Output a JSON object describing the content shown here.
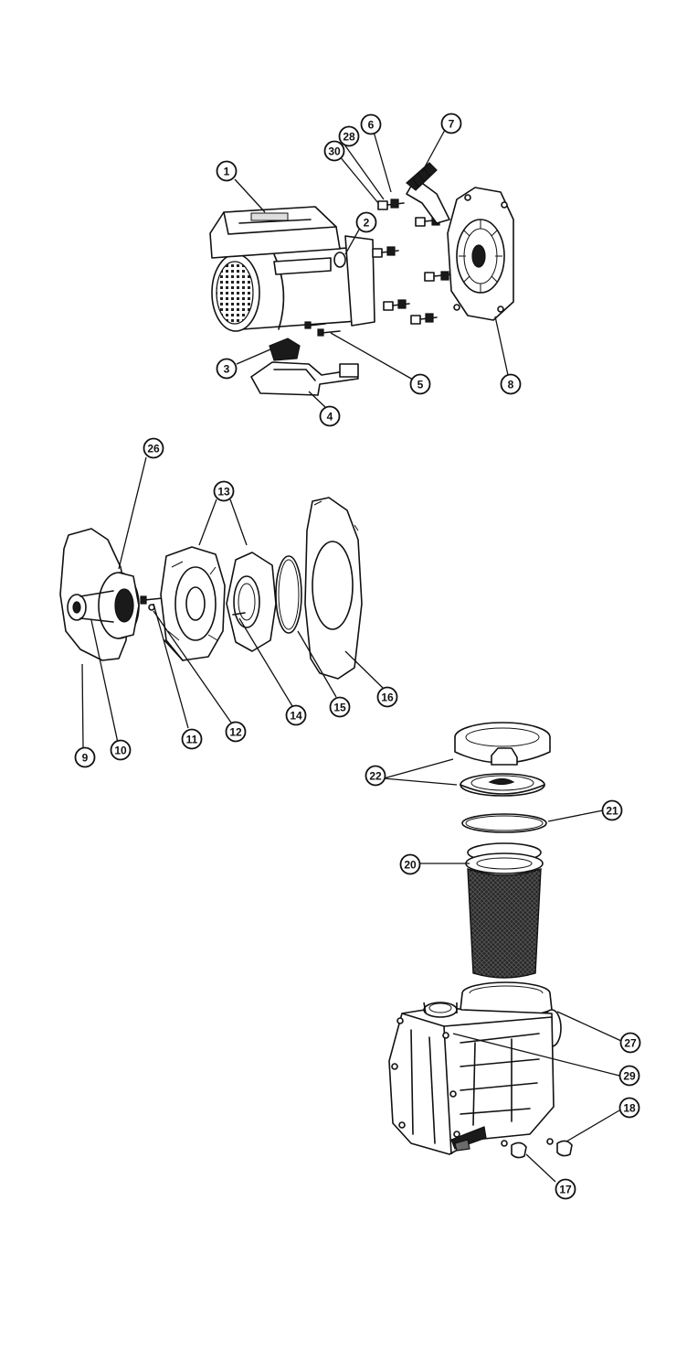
{
  "diagram": {
    "labels": [
      "1",
      "2",
      "3",
      "4",
      "5",
      "6",
      "7",
      "8",
      "9",
      "10",
      "11",
      "12",
      "13",
      "14",
      "15",
      "16",
      "17",
      "18",
      "20",
      "21",
      "22",
      "26",
      "27",
      "28",
      "29",
      "30"
    ],
    "colors": {
      "ink": "#111111",
      "fill": "#1a1a1a",
      "mid": "#6b6b6b",
      "background": "#ffffff"
    }
  }
}
